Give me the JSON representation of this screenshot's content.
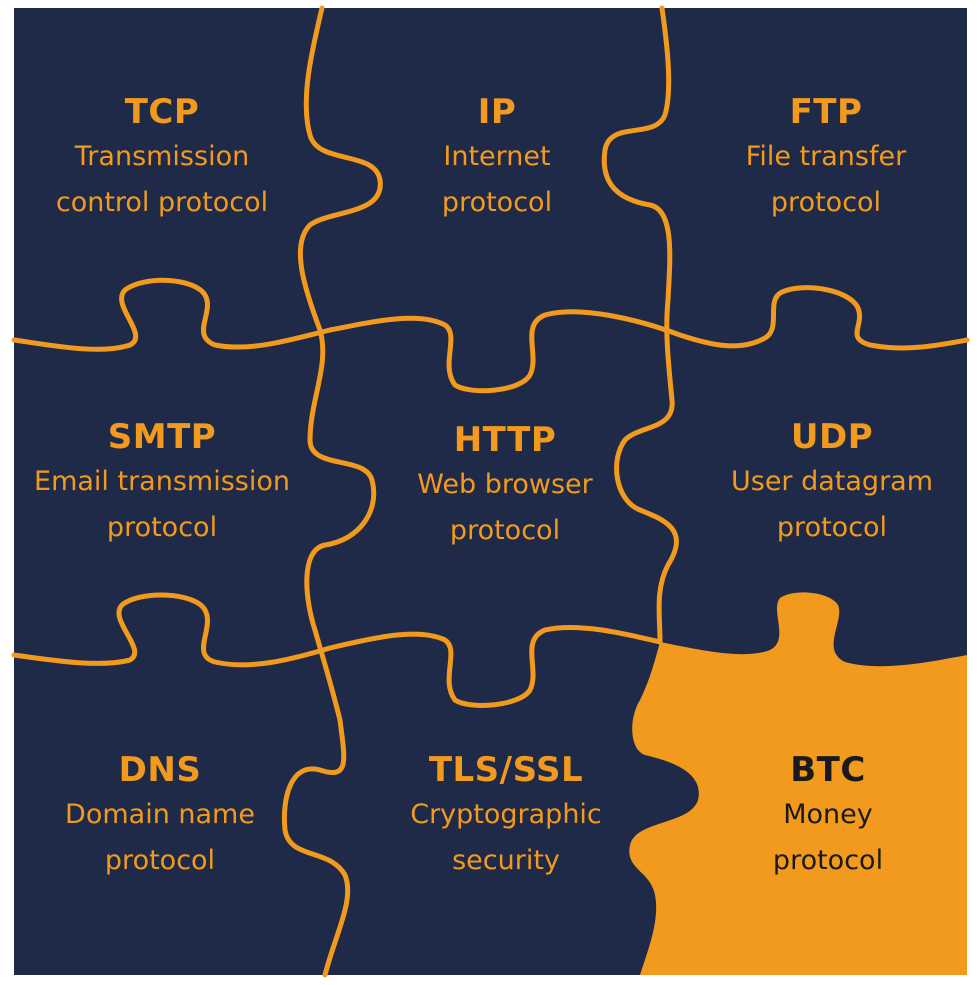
{
  "colors": {
    "background": "#ffffff",
    "panel": "#1f2a48",
    "accent": "#f29a1e",
    "highlight_text": "#1a1a1a"
  },
  "pieces": [
    {
      "id": "tcp",
      "abbr": "TCP",
      "line1": "Transmission",
      "line2": "control protocol",
      "highlighted": false
    },
    {
      "id": "ip",
      "abbr": "IP",
      "line1": "Internet",
      "line2": "protocol",
      "highlighted": false
    },
    {
      "id": "ftp",
      "abbr": "FTP",
      "line1": "File transfer",
      "line2": "protocol",
      "highlighted": false
    },
    {
      "id": "smtp",
      "abbr": "SMTP",
      "line1": "Email transmission",
      "line2": "protocol",
      "highlighted": false
    },
    {
      "id": "http",
      "abbr": "HTTP",
      "line1": "Web browser",
      "line2": "protocol",
      "highlighted": false
    },
    {
      "id": "udp",
      "abbr": "UDP",
      "line1": "User datagram",
      "line2": "protocol",
      "highlighted": false
    },
    {
      "id": "dns",
      "abbr": "DNS",
      "line1": "Domain name",
      "line2": "protocol",
      "highlighted": false
    },
    {
      "id": "tls",
      "abbr": "TLS/SSL",
      "line1": "Cryptographic",
      "line2": "security",
      "highlighted": false
    },
    {
      "id": "btc",
      "abbr": "BTC",
      "line1": "Money",
      "line2": "protocol",
      "highlighted": true
    }
  ]
}
